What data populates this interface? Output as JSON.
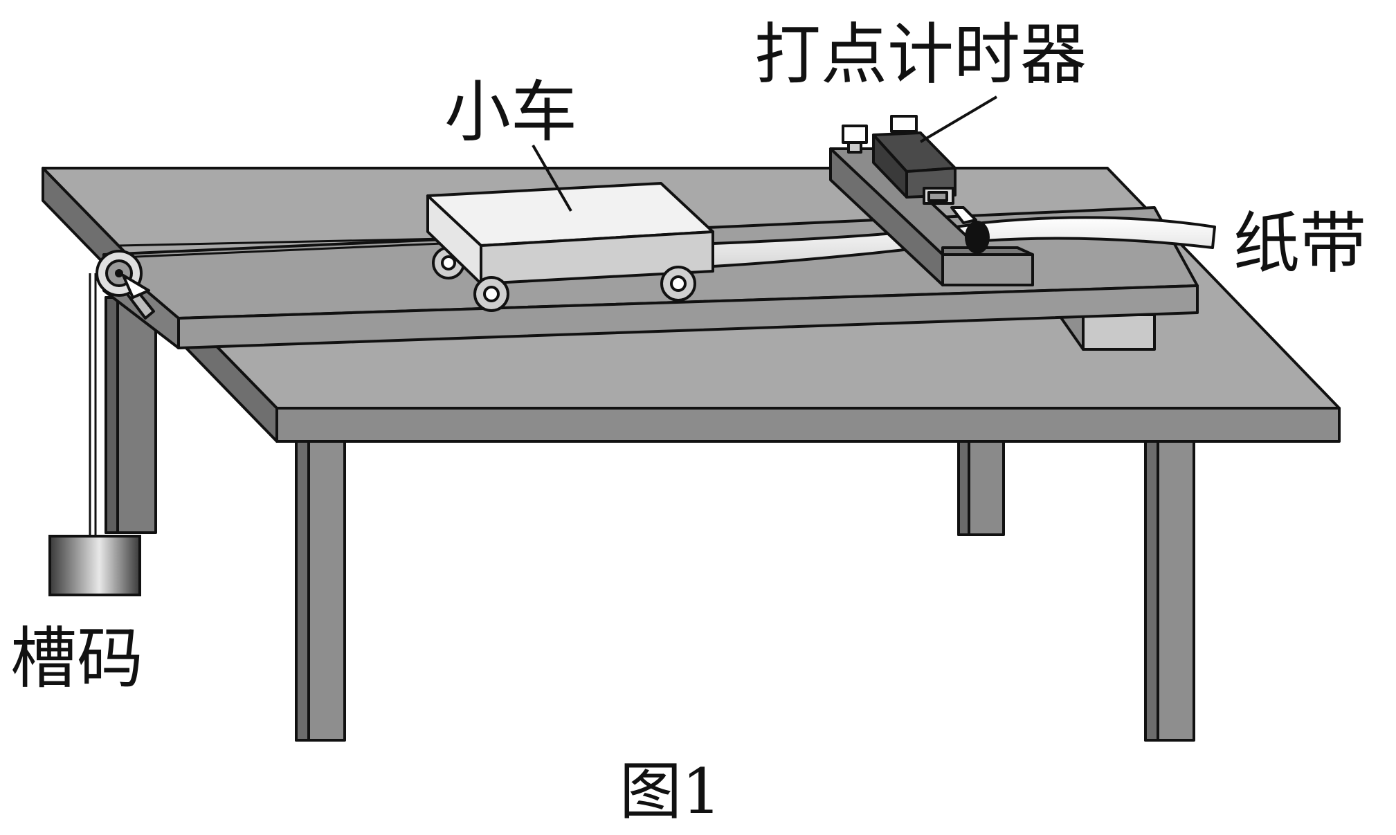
{
  "labels": {
    "cart": "小车",
    "timer": "打点计时器",
    "tape": "纸带",
    "weight": "槽码",
    "caption": "图1"
  },
  "colors": {
    "table_top": "#a9a9a9",
    "table_edge": "#8c8c8c",
    "table_side": "#6f6f6f",
    "board": "#9a9a9a",
    "cart_top": "#f2f2f2",
    "cart_side": "#cfcfcf",
    "timer_body": "#4a4a4a",
    "outline": "#111111"
  },
  "icons": [
    "pulley-icon",
    "wheel-icon"
  ]
}
